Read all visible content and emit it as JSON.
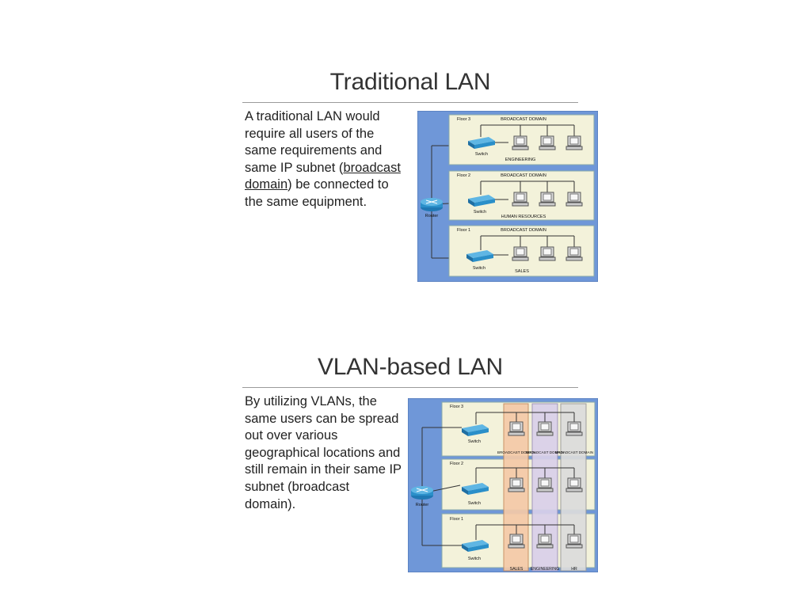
{
  "slides": [
    {
      "title": "Traditional LAN",
      "body_before": "A traditional LAN would require all users of the same requirements and same IP subnet (",
      "body_link": "broadcast domain",
      "body_after": ") be connected to the same equipment.",
      "router_label": "Router",
      "floors": [
        {
          "label": "Floor 3",
          "domain_label": "BROADCAST DOMAIN",
          "switch_label": "Switch",
          "group_label": "ENGINEERING"
        },
        {
          "label": "Floor 2",
          "domain_label": "BROADCAST DOMAIN",
          "switch_label": "Switch",
          "group_label": "HUMAN RESOURCES"
        },
        {
          "label": "Floor 1",
          "domain_label": "BROADCAST DOMAIN",
          "switch_label": "Switch",
          "group_label": "SALES"
        }
      ]
    },
    {
      "title": "VLAN-based LAN",
      "body": "By utilizing VLANs, the same users can be spread out over various geographical locations and still remain in their same IP subnet (broadcast domain).",
      "router_label": "Router",
      "floors": [
        {
          "label": "Floor 3",
          "switch_label": "Switch"
        },
        {
          "label": "Floor 2",
          "switch_label": "Switch"
        },
        {
          "label": "Floor 1",
          "switch_label": "Switch"
        }
      ],
      "domain_labels": [
        "BROADCAST DOMAIN",
        "BROADCAST DOMAIN",
        "BROADCAST DOMAIN"
      ],
      "vlan_names": [
        "SALES",
        "ENGINEERING",
        "HR"
      ]
    }
  ],
  "colors": {
    "outer_bg": "#6f97d8",
    "floor_bg": "#f3f2da",
    "switch_blue": "#2a8fc9",
    "vlan_sales": "#f5c9a8",
    "vlan_engineering": "#d9d0ea",
    "vlan_hr": "#dcdcdc"
  }
}
